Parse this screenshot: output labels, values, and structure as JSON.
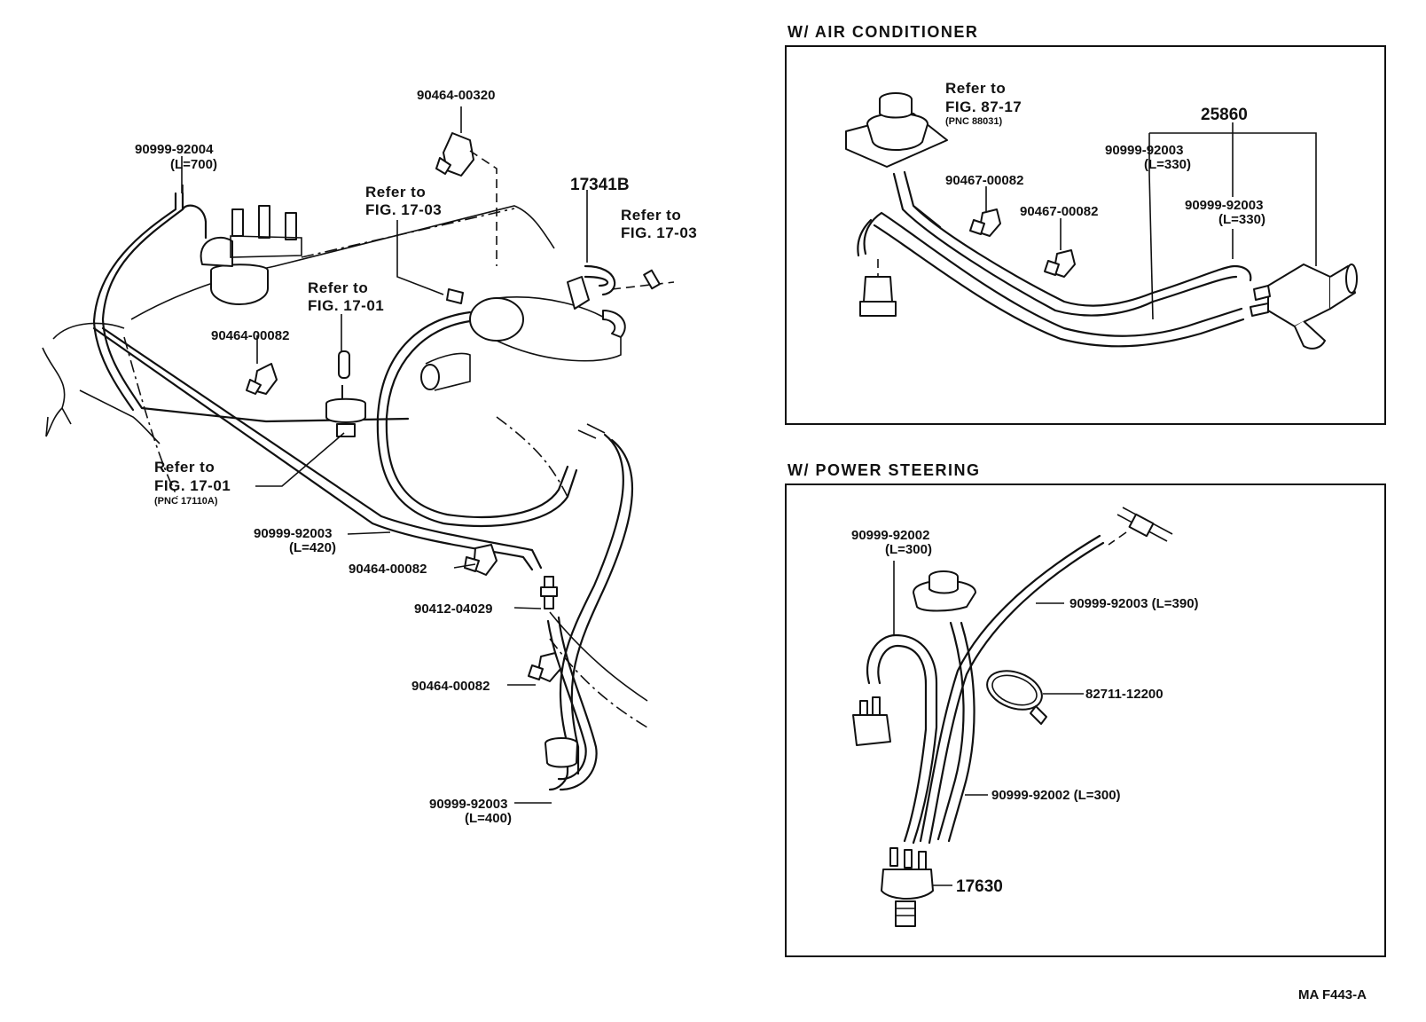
{
  "main": {
    "labels": {
      "hose_92004": "90999-92004",
      "hose_92004_len": "(L=700)",
      "clip_00320": "90464-00320",
      "refer_to_1": "Refer to",
      "fig_17_03_a": "FIG. 17-03",
      "part_17341b": "17341B",
      "refer_to_2": "Refer to",
      "fig_17_03_b": "FIG. 17-03",
      "refer_to_3": "Refer to",
      "fig_17_01_a": "FIG. 17-01",
      "clip_00082_a": "90464-00082",
      "refer_to_4": "Refer to",
      "fig_17_01_b": "FIG. 17-01",
      "pnc_17110a": "(PNC 17110A)",
      "hose_92003_420": "90999-92003",
      "hose_92003_420_len": "(L=420)",
      "clip_00082_b": "90464-00082",
      "joint_04029": "90412-04029",
      "clip_00082_c": "90464-00082",
      "hose_92003_400": "90999-92003",
      "hose_92003_400_len": "(L=400)"
    }
  },
  "air_conditioner": {
    "title": "W/ AIR CONDITIONER",
    "labels": {
      "refer_to": "Refer to",
      "fig_87_17": "FIG. 87-17",
      "pnc_88031": "(PNC 88031)",
      "part_25860": "25860",
      "hose_92003_a": "90999-92003",
      "hose_92003_a_len": "(L=330)",
      "clip_00082_a": "90467-00082",
      "clip_00082_b": "90467-00082",
      "hose_92003_b": "90999-92003",
      "hose_92003_b_len": "(L=330)"
    }
  },
  "power_steering": {
    "title": "W/ POWER STEERING",
    "labels": {
      "hose_92002_a": "90999-92002",
      "hose_92002_a_len": "(L=300)",
      "hose_92003_390": "90999-92003 (L=390)",
      "band_12200": "82711-12200",
      "hose_92002_b": "90999-92002 (L=300)",
      "part_17630": "17630"
    }
  },
  "footer": {
    "code": "MA F443-A"
  }
}
